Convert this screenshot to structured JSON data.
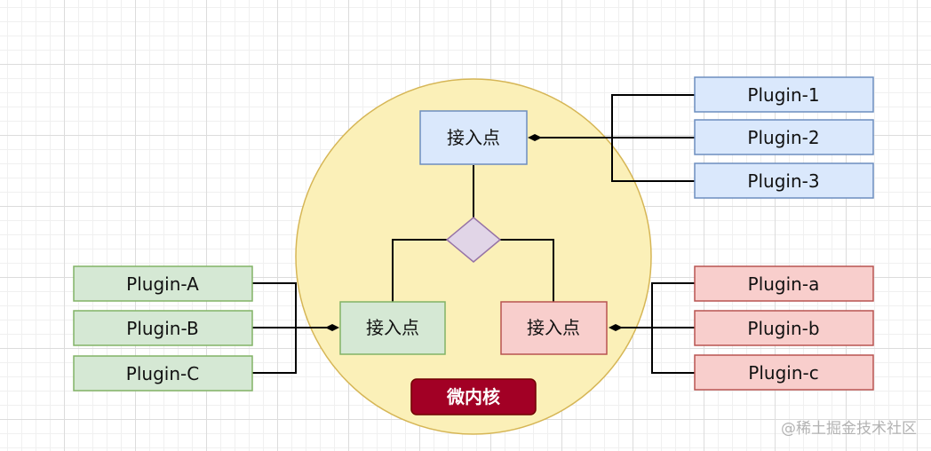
{
  "colors": {
    "kernel_fill": "#fbf0b8",
    "kernel_stroke": "#d6b656",
    "blue_fill": "#dae8fc",
    "blue_stroke": "#6c8ebf",
    "green_fill": "#d5e8d4",
    "green_stroke": "#82b366",
    "red_fill": "#f8cecc",
    "red_stroke": "#b85450",
    "decision_fill": "#e1d5e7",
    "decision_stroke": "#9673a6",
    "kernel_label_fill": "#a20025",
    "kernel_label_stroke": "#6f0000"
  },
  "kernel": {
    "label": "微内核"
  },
  "access_points": {
    "top": "接入点",
    "left": "接入点",
    "right": "接入点"
  },
  "plugins_top": [
    "Plugin-1",
    "Plugin-2",
    "Plugin-3"
  ],
  "plugins_left": [
    "Plugin-A",
    "Plugin-B",
    "Plugin-C"
  ],
  "plugins_right": [
    "Plugin-a",
    "Plugin-b",
    "Plugin-c"
  ],
  "watermark": "@稀土掘金技术社区"
}
